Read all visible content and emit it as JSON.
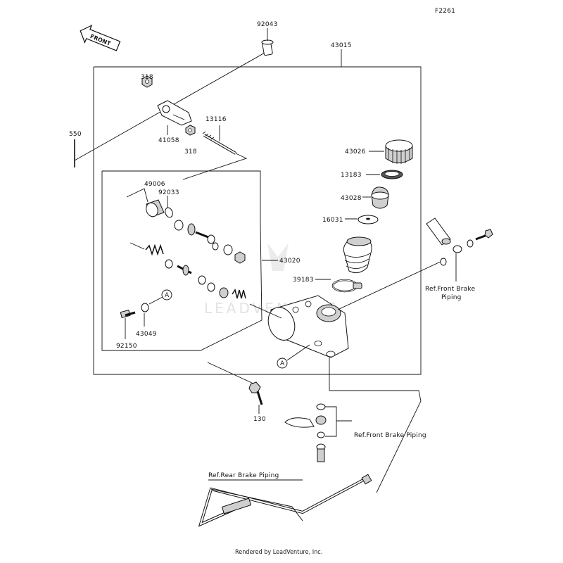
{
  "figure_code": "F2261",
  "front_badge": "FRONT",
  "watermark": "LEADVENTURE",
  "labels": {
    "p92043": "92043",
    "p43015": "43015",
    "p318a": "318",
    "p318b": "318",
    "p41058": "41058",
    "p13116": "13116",
    "p550": "550",
    "p43026": "43026",
    "p13183": "13183",
    "p43028": "43028",
    "p16031": "16031",
    "p49006": "49006",
    "p92033": "92033",
    "p43020": "43020",
    "p39183": "39183",
    "p43049": "43049",
    "p92150": "92150",
    "p130": "130",
    "ref_front_1_line1": "Ref.Front Brake",
    "ref_front_1_line2": "Piping",
    "ref_front_2": "Ref.Front Brake Piping",
    "ref_rear": "Ref.Rear Brake Piping",
    "callout_a": "A"
  },
  "footer": "Rendered by LeadVenture, Inc."
}
